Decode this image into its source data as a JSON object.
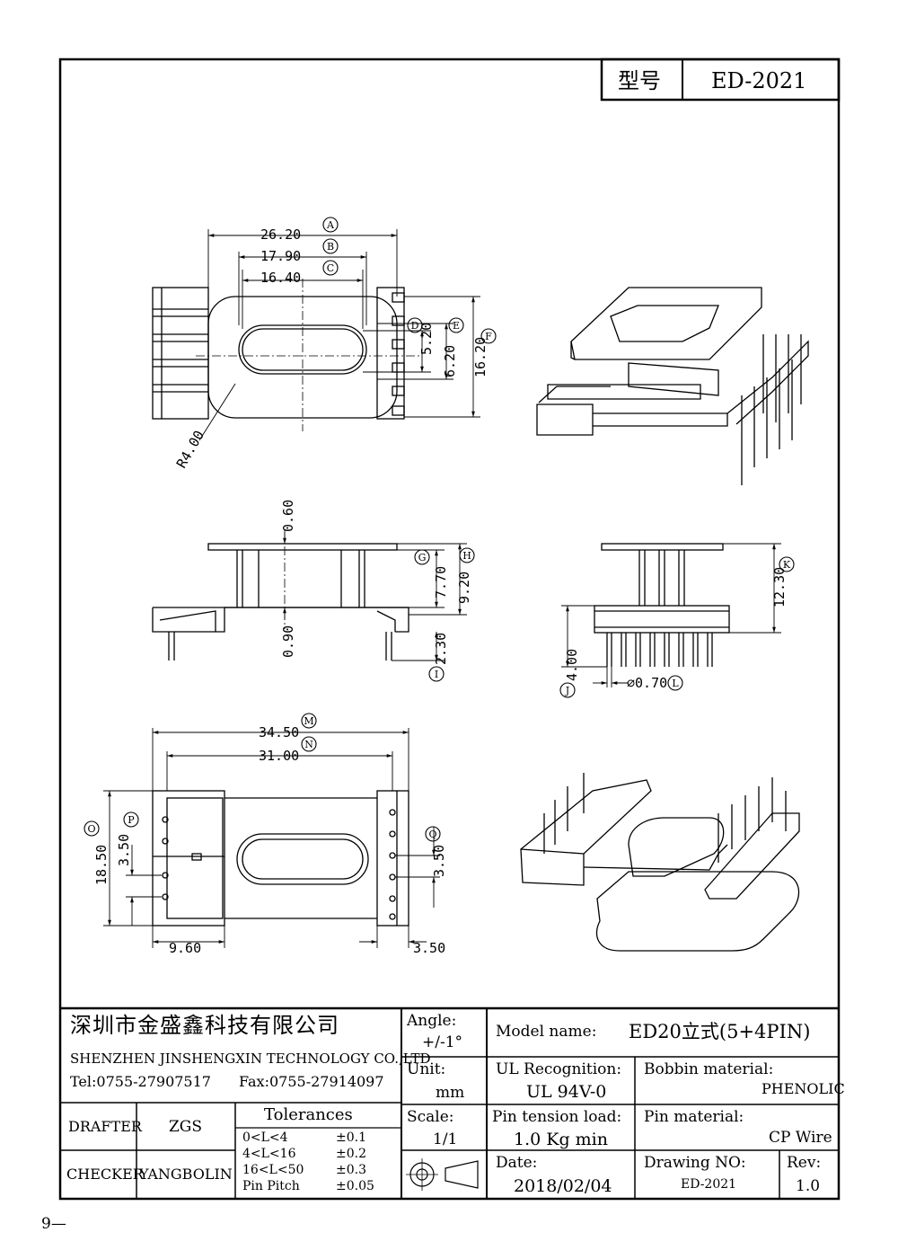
{
  "header": {
    "model_label": "型号",
    "model_code": "ED-2021"
  },
  "dimensions": {
    "A": "26.20",
    "B": "17.90",
    "C": "16.40",
    "D": "5.20",
    "E": "6.20",
    "F": "16.20",
    "radius": "R4.00",
    "side_top": "0.60",
    "side_bottom": "0.90",
    "G": "7.70",
    "H": "9.20",
    "I": "2.30",
    "K": "12.30",
    "J": "4.00",
    "L": "⌀0.70",
    "M": "34.50",
    "N": "31.00",
    "O": "18.50",
    "P": "3.50",
    "Q": "3.50",
    "bottom_left": "9.60",
    "bottom_right": "3.50"
  },
  "markers": [
    "A",
    "B",
    "C",
    "D",
    "E",
    "F",
    "G",
    "H",
    "I",
    "J",
    "K",
    "L",
    "M",
    "N",
    "O",
    "P",
    "Q"
  ],
  "company": {
    "name_cn": "深圳市金盛鑫科技有限公司",
    "name_en": "SHENZHEN JINSHENGXIN TECHNOLOGY CO.,LTD",
    "tel": "Tel:0755-27907517",
    "fax": "Fax:0755-27914097"
  },
  "angle": {
    "label": "Angle:",
    "value": "+/-1°"
  },
  "unit": {
    "label": "Unit:",
    "value": "mm"
  },
  "scale": {
    "label": "Scale:",
    "value": "1/1"
  },
  "model": {
    "label": "Model name:",
    "value": "ED20立式(5+4PIN)"
  },
  "ul": {
    "label": "UL Recognition:",
    "value": "UL 94V-0"
  },
  "bobbin": {
    "label": "Bobbin material:",
    "value": "PHENOLIC"
  },
  "pin_tension": {
    "label": "Pin tension load:",
    "value": "1.0 Kg min"
  },
  "pin_material": {
    "label": "Pin material:",
    "value": "CP Wire"
  },
  "date": {
    "label": "Date:",
    "value": "2018/02/04"
  },
  "drawing_no": {
    "label": "Drawing NO:",
    "value": "ED-2021"
  },
  "rev": {
    "label": "Rev:",
    "value": "1.0"
  },
  "drafter": {
    "label": "DRAFTER",
    "value": "ZGS"
  },
  "checker": {
    "label": "CHECKER",
    "value": "YANGBOLIN"
  },
  "tolerances": {
    "title": "Tolerances",
    "rows": [
      {
        "range": "0<L<4",
        "value": "±0.1"
      },
      {
        "range": "4<L<16",
        "value": "±0.2"
      },
      {
        "range": "16<L<50",
        "value": "±0.3"
      },
      {
        "range": "Pin Pitch",
        "value": "±0.05"
      }
    ]
  },
  "footer_mark": "9—"
}
